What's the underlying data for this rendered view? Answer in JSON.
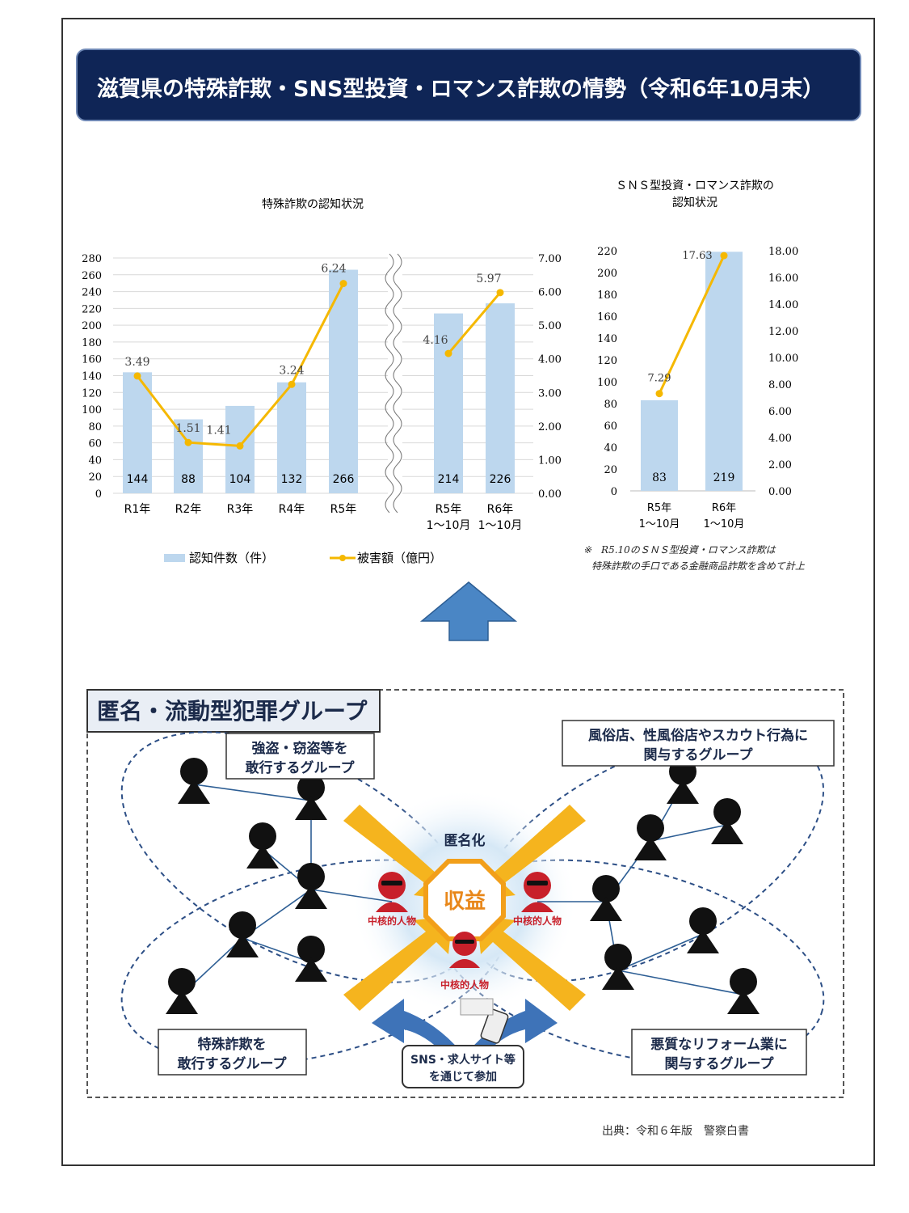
{
  "banner": {
    "title": "滋賀県の特殊詐欺・SNS型投資・ロマンス詐欺の情勢（令和6年10月末）"
  },
  "chart_data": [
    {
      "type": "bar",
      "title": "特殊詐欺の認知状況",
      "categories": [
        "R1年",
        "R2年",
        "R3年",
        "R4年",
        "R5年",
        "R5年\n1〜10月",
        "R6年\n1〜10月"
      ],
      "ylim": [
        0,
        280
      ],
      "y2lim": [
        0,
        7
      ],
      "yticks": [
        "280",
        "260",
        "240",
        "220",
        "200",
        "180",
        "160",
        "140",
        "120",
        "100",
        "80",
        "60",
        "40",
        "20",
        "0"
      ],
      "y2ticks": [
        "7.00",
        "6.00",
        "5.00",
        "4.00",
        "3.00",
        "2.00",
        "1.00",
        "0.00"
      ],
      "series": [
        {
          "name": "認知件数（件）",
          "type": "bar",
          "color": "#bdd7ee",
          "values": [
            144,
            88,
            104,
            132,
            266,
            214,
            226
          ],
          "labels": [
            "144",
            "88",
            "104",
            "132",
            "266",
            "214",
            "226"
          ]
        },
        {
          "name": "被害額（億円）",
          "type": "line",
          "color": "#f5b800",
          "values": [
            3.49,
            1.51,
            1.41,
            3.24,
            6.24,
            4.16,
            5.97
          ],
          "labels": [
            "3.49",
            "1.51",
            "1.41",
            "3.24",
            "6.24",
            "4.16",
            "5.97"
          ]
        }
      ],
      "legend_position": "bottom",
      "axis_break": "between R5年 and R5年 1〜10月"
    },
    {
      "type": "bar",
      "title": "ＳＮＳ型投資・ロマンス詐欺の\n認知状況",
      "categories": [
        "R5年\n1〜10月",
        "R6年\n1〜10月"
      ],
      "ylim": [
        0,
        220
      ],
      "y2lim": [
        0,
        18
      ],
      "yticks": [
        "220",
        "200",
        "180",
        "160",
        "140",
        "120",
        "100",
        "80",
        "60",
        "40",
        "20",
        "0"
      ],
      "y2ticks": [
        "18.00",
        "16.00",
        "14.00",
        "12.00",
        "10.00",
        "8.00",
        "6.00",
        "4.00",
        "2.00",
        "0.00"
      ],
      "series": [
        {
          "type": "bar",
          "color": "#bdd7ee",
          "values": [
            83,
            219
          ],
          "labels": [
            "83",
            "219"
          ]
        },
        {
          "type": "line",
          "color": "#f5b800",
          "values": [
            7.29,
            17.63
          ],
          "labels": [
            "7.29",
            "17.63"
          ]
        }
      ],
      "note": [
        "※　R5.10のＳＮＳ型投資・ロマンス詐欺は",
        "特殊詐欺の手口である金融商品詐欺を含めて計上"
      ]
    }
  ],
  "diagram": {
    "title": "匿名・流動型犯罪グループ",
    "groups": [
      "強盗・窃盗等を\n敢行するグループ",
      "風俗店、性風俗店やスカウト行為に\n関与するグループ",
      "特殊詐欺を\n敢行するグループ",
      "悪質なリフォーム業に\n関与するグループ"
    ],
    "center_label": "匿名化",
    "center_value": "収益",
    "core_label": "中核的人物",
    "join_label": "SNS・求人サイト等\nを通じて参加"
  },
  "source": "出典：令和６年版　警察白書",
  "colors": {
    "banner": "#0f2556",
    "bar": "#bdd7ee",
    "line": "#f5b800",
    "arrow_up": "#4a86c5",
    "diagram_arrow": "#f5b41e"
  }
}
